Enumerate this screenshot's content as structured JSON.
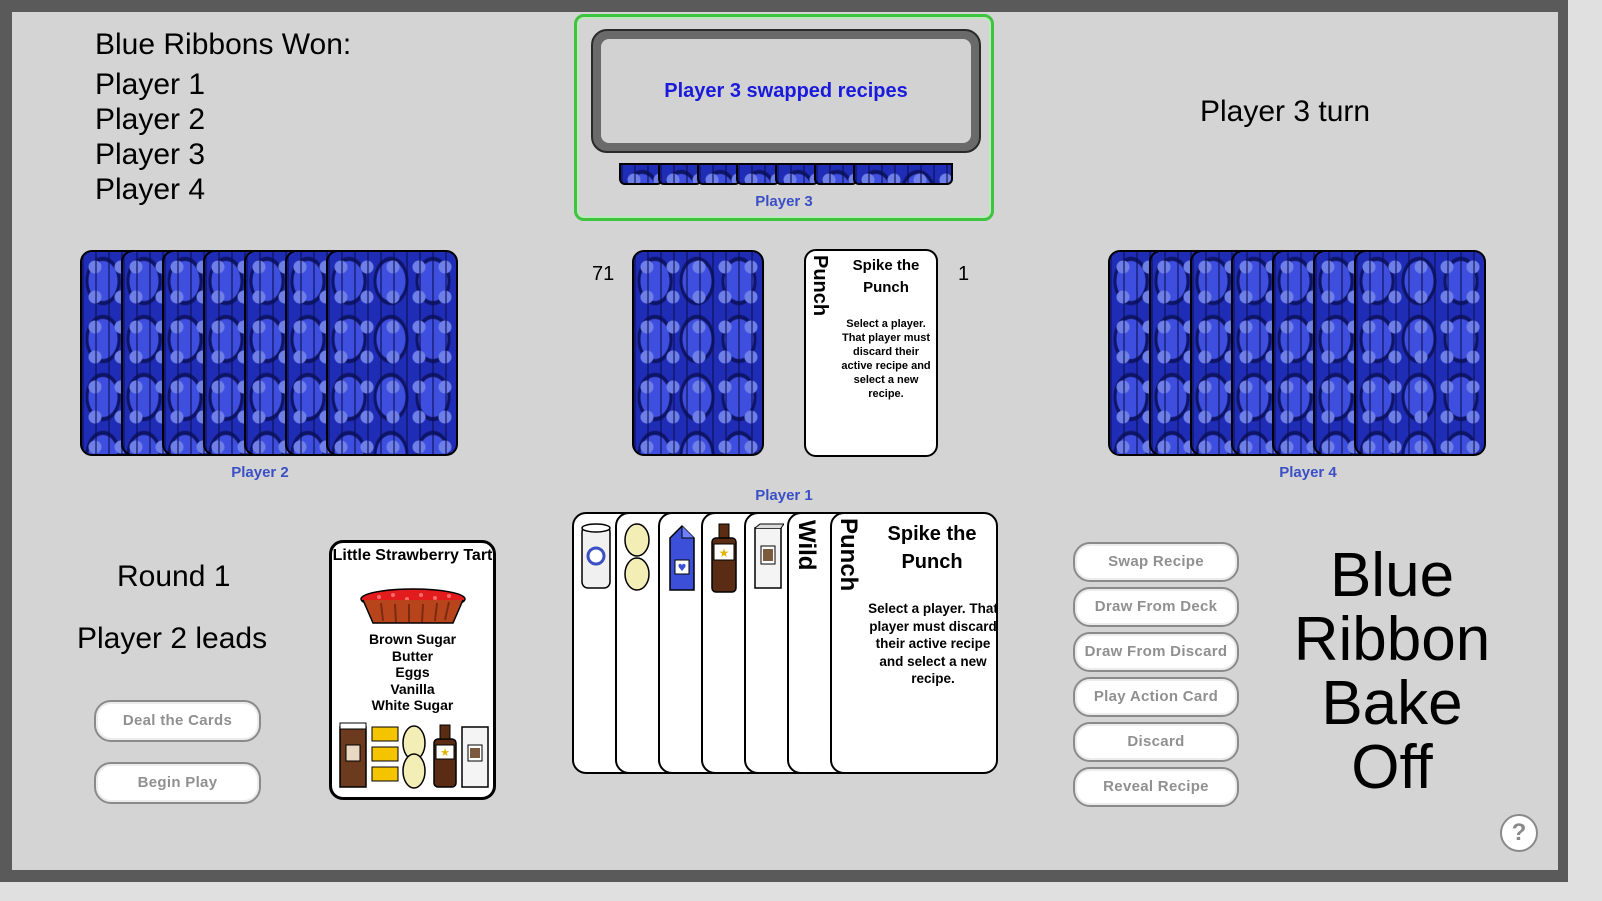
{
  "ribbons": {
    "title": "Blue Ribbons Won:",
    "players": [
      "Player 1",
      "Player 2",
      "Player 3",
      "Player 4"
    ]
  },
  "status": {
    "message": "Player 3 swapped recipes",
    "turn": "Player 3 turn",
    "round": "Round 1",
    "leads": "Player 2 leads"
  },
  "players": {
    "p1": "Player 1",
    "p2": "Player 2",
    "p3": "Player 3",
    "p4": "Player 4"
  },
  "piles": {
    "deck_count": "71",
    "discard_count": "1"
  },
  "discard_card": {
    "side": "Punch",
    "title": "Spike the Punch",
    "text": "Select a player. That player must discard their active recipe and select a new recipe."
  },
  "recipe_card": {
    "title": "Little Strawberry Tart",
    "ingredients": [
      "Brown Sugar",
      "Butter",
      "Eggs",
      "Vanilla",
      "White Sugar"
    ]
  },
  "hand": {
    "wild_label": "Wild",
    "action_side": "Punch",
    "action_title": "Spike the Punch",
    "action_text": "Select a player. That player must discard their active recipe and select a new recipe."
  },
  "buttons": {
    "deal": "Deal the Cards",
    "begin": "Begin Play",
    "swap": "Swap Recipe",
    "draw_deck": "Draw From Deck",
    "draw_discard": "Draw From Discard",
    "play_action": "Play Action Card",
    "discard": "Discard",
    "reveal": "Reveal Recipe",
    "help": "?"
  },
  "logo": [
    "Blue",
    "Ribbon",
    "Bake",
    "Off"
  ],
  "colors": {
    "card_back": "#1f2cb5",
    "player_label": "#3b4fc6",
    "active_border": "#3fc43f",
    "message_text": "#1a1adc"
  }
}
